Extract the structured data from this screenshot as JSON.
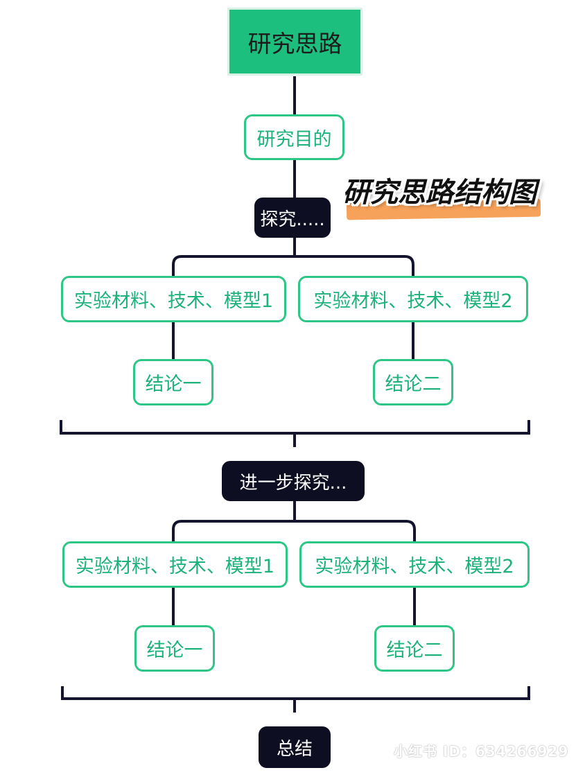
{
  "root": "研究思路",
  "purpose": "研究目的",
  "banner_title": "研究思路结构图",
  "section1": {
    "header": "探究.....",
    "branch_left": "实验材料、技术、模型1",
    "branch_right": "实验材料、技术、模型2",
    "conclusion_left": "结论一",
    "conclusion_right": "结论二"
  },
  "section2": {
    "header": "进一步探究...",
    "branch_left": "实验材料、技术、模型1",
    "branch_right": "实验材料、技术、模型2",
    "conclusion_left": "结论一",
    "conclusion_right": "结论二"
  },
  "summary": "总结",
  "watermark": "小红书 ID：634266929",
  "colors": {
    "root_fill": "#1dbf7f",
    "outline_green": "#2cc784",
    "text_green": "#1db27a",
    "dark_fill": "#0e0e22",
    "connector": "#14142e",
    "highlight": "#f7a25a"
  }
}
